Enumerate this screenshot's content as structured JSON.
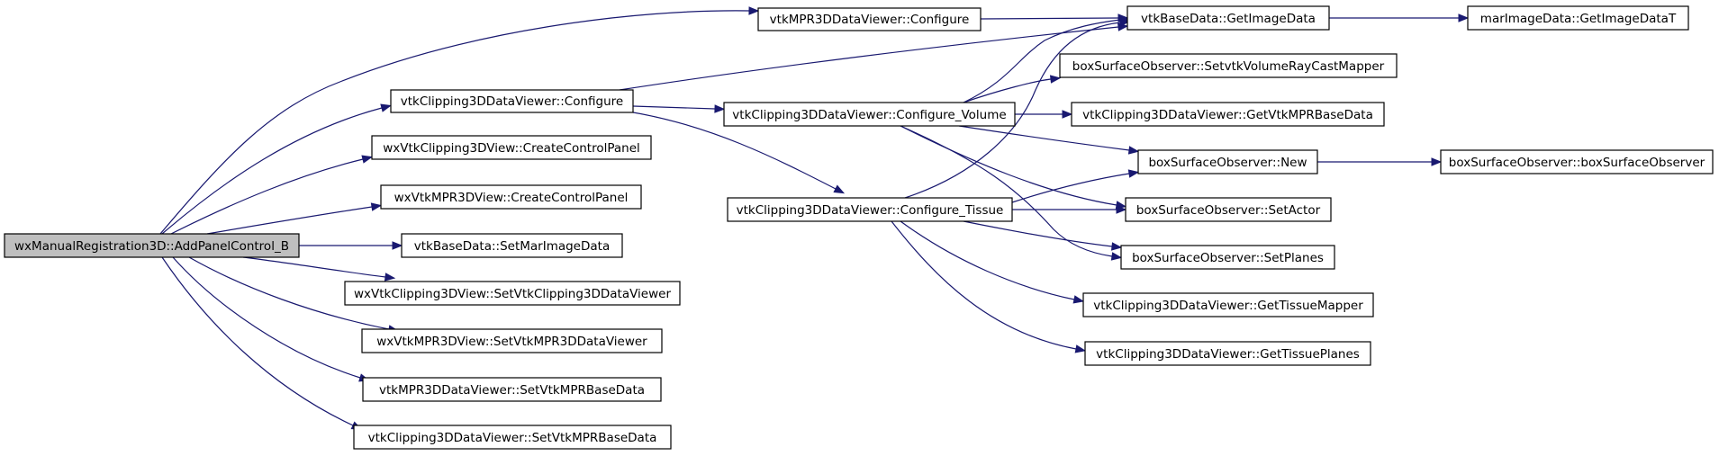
{
  "colors": {
    "edge": "#191970",
    "root_fill": "#bfbfbf",
    "node_fill": "#ffffff",
    "node_border": "#000000"
  },
  "nodes": {
    "root": "wxManualRegistration3D::AddPanelControl_B",
    "mpr_configure": "vtkMPR3DDataViewer::Configure",
    "clip_configure": "vtkClipping3DDataViewer::Configure",
    "clip_view_create": "wxVtkClipping3DView::CreateControlPanel",
    "mpr_view_create": "wxVtkMPR3DView::CreateControlPanel",
    "set_mar_image": "vtkBaseData::SetMarImageData",
    "set_clip_viewer": "wxVtkClipping3DView::SetVtkClipping3DDataViewer",
    "set_mpr_viewer": "wxVtkMPR3DView::SetVtkMPR3DDataViewer",
    "mpr_set_base": "vtkMPR3DDataViewer::SetVtkMPRBaseData",
    "clip_set_base": "vtkClipping3DDataViewer::SetVtkMPRBaseData",
    "configure_volume": "vtkClipping3DDataViewer::Configure_Volume",
    "configure_tissue": "vtkClipping3DDataViewer::Configure_Tissue",
    "get_image_data": "vtkBaseData::GetImageData",
    "set_ray_cast": "boxSurfaceObserver::SetvtkVolumeRayCastMapper",
    "get_mpr_base": "vtkClipping3DDataViewer::GetVtkMPRBaseData",
    "observer_new": "boxSurfaceObserver::New",
    "set_actor": "boxSurfaceObserver::SetActor",
    "set_planes": "boxSurfaceObserver::SetPlanes",
    "get_tissue_mapper": "vtkClipping3DDataViewer::GetTissueMapper",
    "get_tissue_planes": "vtkClipping3DDataViewer::GetTissuePlanes",
    "get_image_data_t": "marImageData::GetImageDataT",
    "box_observer_ctor": "boxSurfaceObserver::boxSurfaceObserver"
  },
  "edges": [
    [
      "root",
      "mpr_configure"
    ],
    [
      "root",
      "clip_configure"
    ],
    [
      "root",
      "clip_view_create"
    ],
    [
      "root",
      "mpr_view_create"
    ],
    [
      "root",
      "set_mar_image"
    ],
    [
      "root",
      "set_clip_viewer"
    ],
    [
      "root",
      "set_mpr_viewer"
    ],
    [
      "root",
      "mpr_set_base"
    ],
    [
      "root",
      "clip_set_base"
    ],
    [
      "mpr_configure",
      "get_image_data"
    ],
    [
      "clip_configure",
      "get_image_data"
    ],
    [
      "clip_configure",
      "configure_volume"
    ],
    [
      "clip_configure",
      "configure_tissue"
    ],
    [
      "configure_volume",
      "get_image_data"
    ],
    [
      "configure_volume",
      "set_ray_cast"
    ],
    [
      "configure_volume",
      "get_mpr_base"
    ],
    [
      "configure_volume",
      "observer_new"
    ],
    [
      "configure_volume",
      "set_actor"
    ],
    [
      "configure_volume",
      "set_planes"
    ],
    [
      "configure_tissue",
      "get_image_data"
    ],
    [
      "configure_tissue",
      "observer_new"
    ],
    [
      "configure_tissue",
      "set_actor"
    ],
    [
      "configure_tissue",
      "set_planes"
    ],
    [
      "configure_tissue",
      "get_tissue_mapper"
    ],
    [
      "configure_tissue",
      "get_tissue_planes"
    ],
    [
      "get_image_data",
      "get_image_data_t"
    ],
    [
      "observer_new",
      "box_observer_ctor"
    ]
  ]
}
